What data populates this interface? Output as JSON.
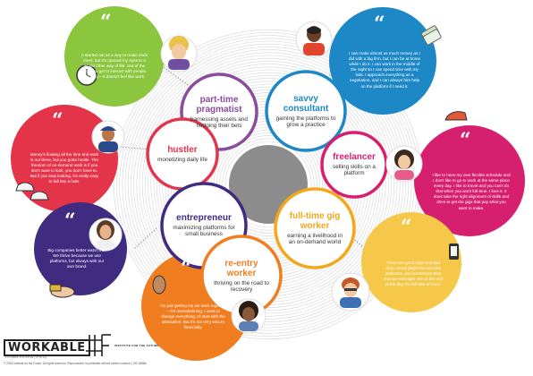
{
  "personas": [
    {
      "id": "part-time-pragmatist",
      "title": "part-time pragmatist",
      "desc": "harnessing assets and hedging their bets",
      "color": "#8a4c9c"
    },
    {
      "id": "savvy-consultant",
      "title": "savvy consultant",
      "desc": "gaming the platforms to grow a practice",
      "color": "#1e88c7"
    },
    {
      "id": "hustler",
      "title": "hustler",
      "desc": "monetizing daily life",
      "color": "#e4344a"
    },
    {
      "id": "freelancer",
      "title": "freelancer",
      "desc": "selling skills on a platform",
      "color": "#d61f6e"
    },
    {
      "id": "entrepreneur",
      "title": "entrepreneur",
      "desc": "maximizing platforms for small business",
      "color": "#3f2b80"
    },
    {
      "id": "full-time-gig-worker",
      "title": "full-time gig worker",
      "desc": "earning a livelihood in an on-demand world",
      "color": "#f2a81d"
    },
    {
      "id": "re-entry-worker",
      "title": "re-entry worker",
      "desc": "thriving on the road to recovery",
      "color": "#f07e20"
    }
  ],
  "quotes": [
    {
      "id": "pragmatist",
      "color": "#8cc63f",
      "text": "It started out as a way to make ends meet, but it's opened my eyes to a whole other way of life. Out of the box. You get to interact with people. It's easy—it doesn't feel like work."
    },
    {
      "id": "consultant",
      "color": "#1e88c7",
      "text": "I can make almost as much money as I did with a big firm, but I can be at home while I do it. I can work in the middle of the night so I can spend time with my kids. I approach everything as a negotiation, and I can always hire help on the platform if I need it."
    },
    {
      "id": "hustler",
      "color": "#e4344a",
      "text": "Money's floating all the time and work is out there, but you gotta hustle. The freedom of on-demand work is if you don't want to look, you don't have to. But if you stop looking, it's really easy to fall into a hole."
    },
    {
      "id": "freelancer",
      "color": "#d61f6e",
      "text": "I like to have my own flexible schedule and I don't like to go to work at the same place every day. I like to travel and you can't do that when you work full-time. I love it. It does take the right alignment of skills and drive to get the gigs that pay what you want to make."
    },
    {
      "id": "entrepreneur",
      "color": "#3f2b80",
      "text": "Big companies better watch out. We thrive because we use platforms, but always with our own brand."
    },
    {
      "id": "gig-worker",
      "color": "#f6c84a",
      "text": "There are good days and bad days. Good platforms and bad platforms, and sometimes they change overnight. But at the end of the day, it's still $40 an hour."
    },
    {
      "id": "re-entry",
      "color": "#f07e20",
      "text": "I'm just getting my act back together—it's overwhelming. I want to change everything. I'll start with the alternative. But it's not very secure financially."
    }
  ],
  "footer": {
    "logo": "WORKABLE",
    "subtitle": "FUTURES INITIATIVE | IFTF.org",
    "copyright": "© 2016 Institute for the Future. All rights reserved. Reproduction is prohibited without written consent. | SR-1888A",
    "partner": "INSTITUTE FOR THE FUTURE"
  }
}
